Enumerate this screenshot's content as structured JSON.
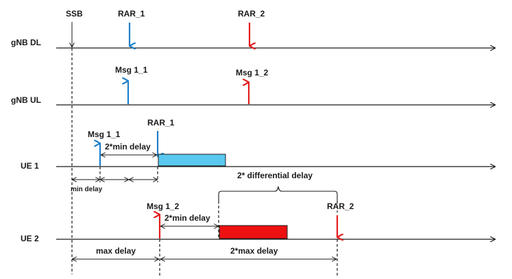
{
  "labels": {
    "ssb": "SSB",
    "rar1_top": "RAR_1",
    "rar2_top": "RAR_2",
    "gnb_dl": "gNB DL",
    "msg11_gnb": "Msg 1_1",
    "msg12_gnb": "Msg 1_2",
    "gnb_ul": "gNB UL",
    "msg11_ue1": "Msg 1_1",
    "rar1_ue1": "RAR_1",
    "min_delay_2x_ue1": "2*min delay",
    "ue1": "UE 1",
    "min_delay": "min delay",
    "diff_delay": "2* differential delay",
    "msg12_ue2": "Msg 1_2",
    "min_delay_2x_ue2": "2*min delay",
    "rar2_ue2": "RAR_2",
    "ue2": "UE 2",
    "max_delay": "max delay",
    "max_delay_2x": "2*max delay"
  },
  "colors": {
    "blue_arrow": "#1f7fc8",
    "red_arrow": "#e41d1d",
    "ue1_box": "#5bc8f0",
    "ue2_box": "#ee1111",
    "line": "#1a1a1a"
  }
}
